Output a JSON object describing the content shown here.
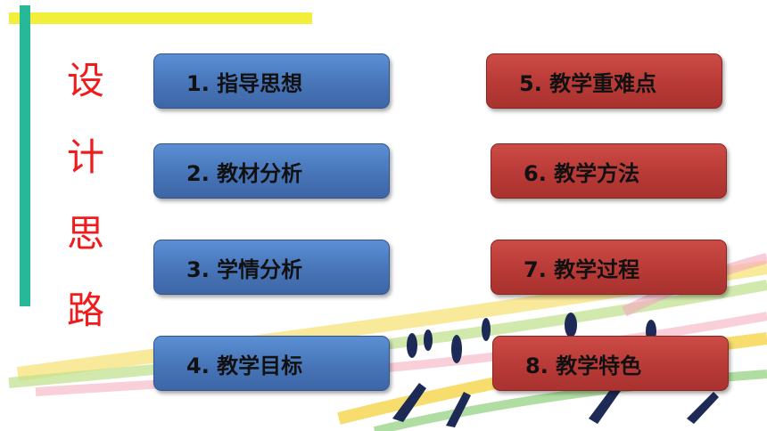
{
  "title_chars": [
    "设",
    "计",
    "思",
    "路"
  ],
  "buttons": [
    {
      "label": "1. 指导思想",
      "color": "blue"
    },
    {
      "label": "2. 教材分析",
      "color": "blue"
    },
    {
      "label": "3. 学情分析",
      "color": "blue"
    },
    {
      "label": "4. 教学目标",
      "color": "blue"
    },
    {
      "label": "5. 教学重难点",
      "color": "red"
    },
    {
      "label": "6. 教学方法",
      "color": "red"
    },
    {
      "label": "7. 教学过程",
      "color": "red"
    },
    {
      "label": "8. 教学特色",
      "color": "red"
    }
  ],
  "colors": {
    "title": "#ee1c1c",
    "blue": "#4775b8",
    "red": "#b83a36",
    "top_bar": "#f2ee3c",
    "side_bar": "#27b89a"
  }
}
